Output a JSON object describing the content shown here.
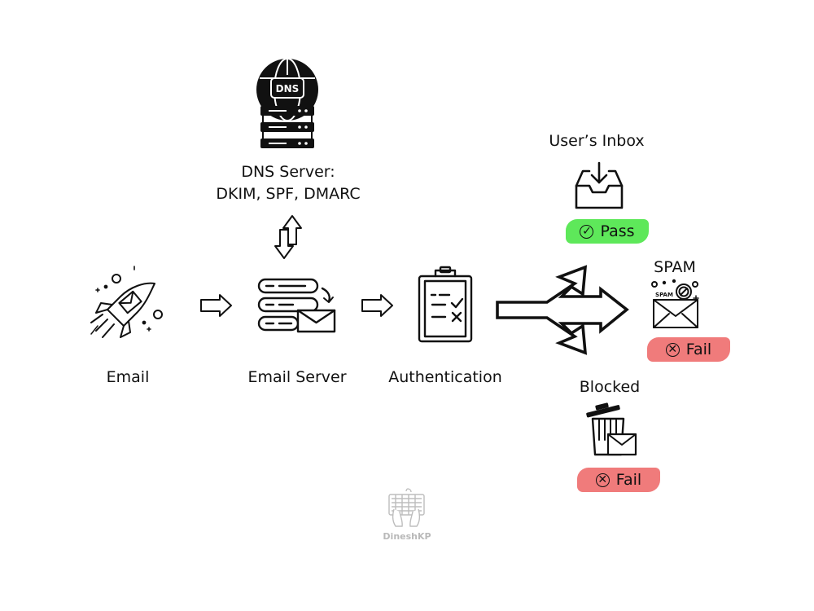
{
  "nodes": {
    "email": {
      "label": "Email",
      "icon": "rocket-envelope-icon"
    },
    "email_server": {
      "label": "Email Server",
      "icon": "server-mail-icon"
    },
    "dns_server": {
      "icon_text": "DNS",
      "label_line1": "DNS Server:",
      "label_line2": "DKIM, SPF, DMARC",
      "icon": "dns-globe-server-icon"
    },
    "authentication": {
      "label": "Authentication",
      "icon": "clipboard-checklist-icon"
    }
  },
  "outcomes": {
    "inbox": {
      "label": "User’s Inbox",
      "icon": "inbox-tray-icon",
      "status": "Pass",
      "status_color": "#5ee85a"
    },
    "spam": {
      "label": "SPAM",
      "icon_text": "SPAM",
      "icon": "spam-envelope-icon",
      "status": "Fail",
      "status_color": "#f07b7b"
    },
    "blocked": {
      "label": "Blocked",
      "icon": "trash-envelope-icon",
      "status": "Fail",
      "status_color": "#f07b7b"
    }
  },
  "watermark": {
    "text": "DineshKP",
    "icon": "keyboard-hands-icon"
  },
  "colors": {
    "ink": "#111111",
    "pass": "#5ee85a",
    "fail": "#f07b7b",
    "watermark": "#b9b9b9"
  }
}
